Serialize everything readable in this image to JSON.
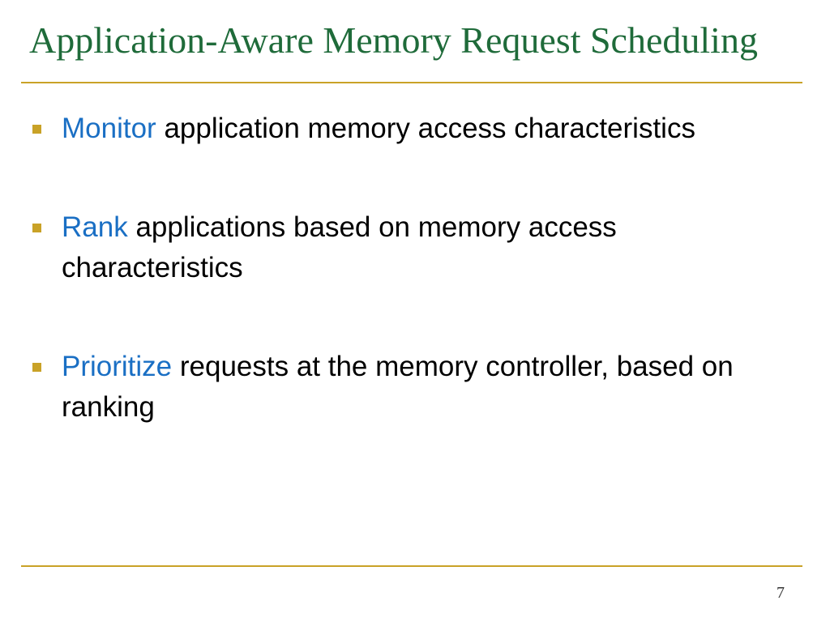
{
  "slide": {
    "title": "Application-Aware Memory Request Scheduling",
    "page_number": "7",
    "colors": {
      "title": "#1f6b3a",
      "accent": "#c9a227",
      "keyword": "#1a6fc4",
      "text": "#000000"
    },
    "bullets": [
      {
        "keyword": "Monitor",
        "text": " application memory access characteristics"
      },
      {
        "keyword": "Rank",
        "text": " applications based on memory access characteristics"
      },
      {
        "keyword": "Prioritize",
        "text": " requests at the memory controller, based on ranking"
      }
    ]
  }
}
